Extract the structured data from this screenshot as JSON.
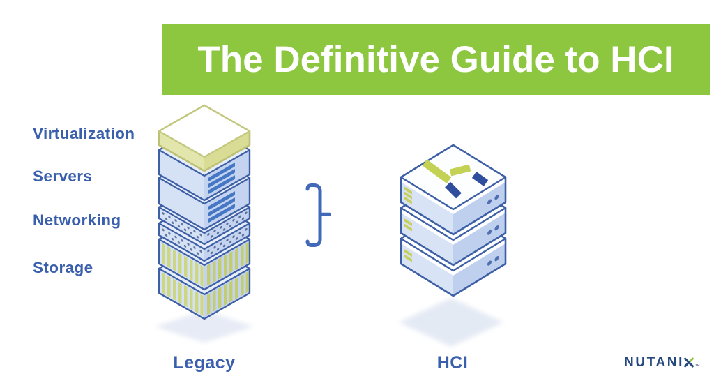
{
  "banner": {
    "title": "The Definitive Guide to HCI",
    "background_color": "#8DC63F",
    "text_color": "#FFFFFF"
  },
  "layer_labels": [
    {
      "label": "Virtualization"
    },
    {
      "label": "Servers"
    },
    {
      "label": "Networking"
    },
    {
      "label": "Storage"
    }
  ],
  "legacy_stack": {
    "label": "Legacy",
    "layers": [
      "virtualization",
      "server",
      "server",
      "networking",
      "networking",
      "storage",
      "storage"
    ]
  },
  "hci_stack": {
    "label": "HCI",
    "node_count": 3,
    "top_logo": "nutanix-x"
  },
  "brand": {
    "name": "NUTANIX",
    "name_prefix": "NUTANI",
    "trademark": "™"
  },
  "colors": {
    "accent_green": "#8DC63F",
    "label_blue": "#3A5FAC",
    "outline_blue": "#3D5FA6",
    "box_fill_light": "#D5E1F4",
    "box_fill_dark": "#C4D4F0",
    "virtualization_khaki": "#DCDF9B",
    "storage_stripe": "#C9D378",
    "server_slot_blue": "#4577C5",
    "brand_navy": "#24477D"
  }
}
